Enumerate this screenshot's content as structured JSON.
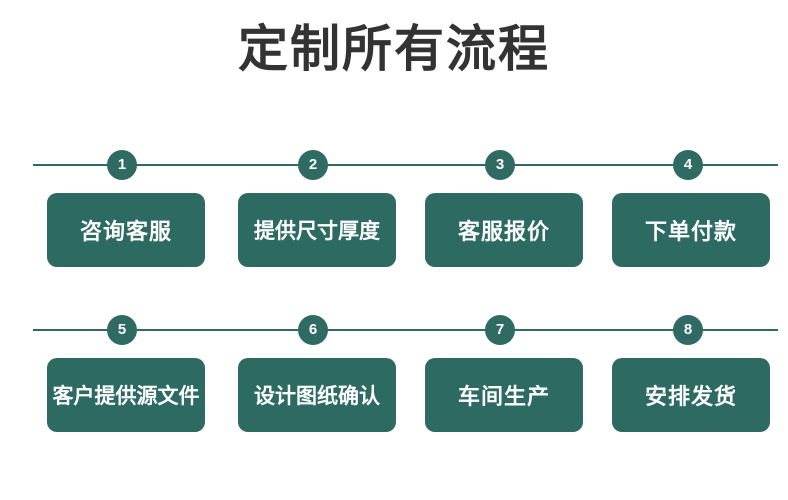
{
  "title": "定制所有流程",
  "colors": {
    "background": "#ffffff",
    "title_text": "#333333",
    "card_fill": "#2d6a62",
    "card_text": "#ffffff",
    "rail_line": "#2f6b63",
    "badge_fill": "#2f6b63",
    "badge_text": "#ffffff"
  },
  "rows": [
    {
      "row_id": "row-1",
      "steps": [
        {
          "number": "1",
          "label": "咨询客服"
        },
        {
          "number": "2",
          "label": "提供尺寸厚度"
        },
        {
          "number": "3",
          "label": "客服报价"
        },
        {
          "number": "4",
          "label": "下单付款"
        }
      ]
    },
    {
      "row_id": "row-2",
      "steps": [
        {
          "number": "5",
          "label": "客户提供源文件"
        },
        {
          "number": "6",
          "label": "设计图纸确认"
        },
        {
          "number": "7",
          "label": "车间生产"
        },
        {
          "number": "8",
          "label": "安排发货"
        }
      ]
    }
  ]
}
